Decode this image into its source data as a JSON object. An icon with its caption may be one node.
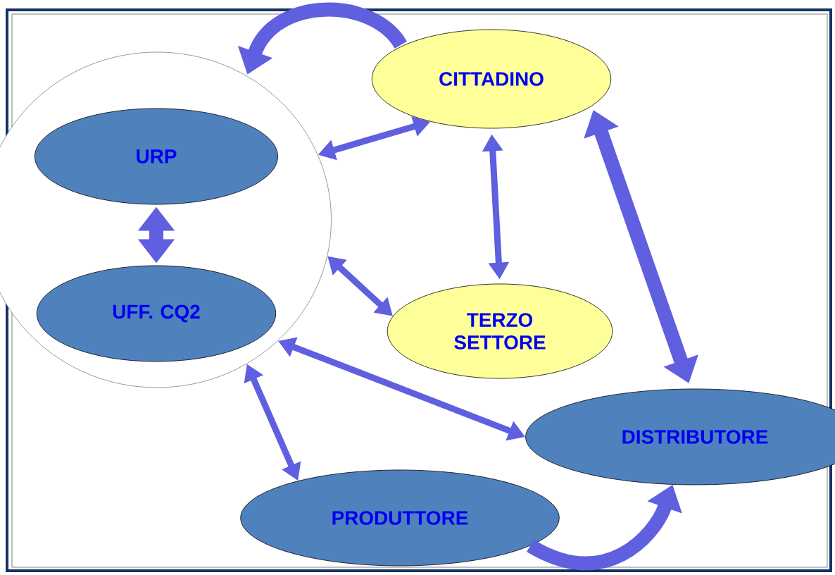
{
  "diagram": {
    "nodes": [
      {
        "text": [],
        "shape": "ellipse"
      },
      {
        "text": [
          "URP"
        ],
        "in": 0
      },
      {
        "text": [
          "UFF. CQ2"
        ],
        "in": 0
      },
      {
        "text": [
          "CITTADINO"
        ]
      },
      {
        "text": [
          "TERZO SETTORE"
        ]
      },
      {
        "text": [
          "DISTRIBUTORE"
        ]
      },
      {
        "text": [
          "PRODUTTORE"
        ]
      }
    ],
    "edges": [
      {
        "from": 3,
        "to": 0,
        "arrow": "to",
        "style": "thick"
      },
      {
        "from": 0,
        "to": 3,
        "arrow": "both"
      },
      {
        "from": 1,
        "to": 2,
        "arrow": "both",
        "style": "thick"
      },
      {
        "from": 3,
        "to": 4,
        "arrow": "both"
      },
      {
        "from": 3,
        "to": 5,
        "arrow": "both",
        "style": "thick"
      },
      {
        "from": 0,
        "to": 4,
        "arrow": "both"
      },
      {
        "from": 0,
        "to": 5,
        "arrow": "both"
      },
      {
        "from": 0,
        "to": 6,
        "arrow": "both"
      },
      {
        "from": 6,
        "to": 5,
        "arrow": "to",
        "style": "thick"
      }
    ]
  }
}
